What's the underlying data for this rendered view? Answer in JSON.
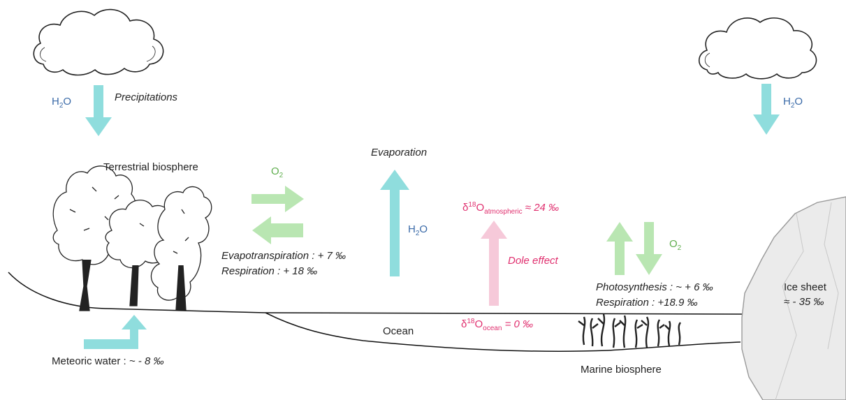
{
  "colors": {
    "water_arrow": "#8fdddd",
    "o2_arrow": "#b9e6b2",
    "dole_arrow": "#f6c9d9",
    "water_text": "#3a6aa8",
    "o2_text": "#5fae4e",
    "isotope_text": "#e0306f",
    "ground_line": "#111111",
    "ice": "#ebebeb"
  },
  "icons": [
    "cloud-icon",
    "tree-icon",
    "seaweed-icon",
    "ice-sheet-icon"
  ],
  "labels": {
    "h2o_left": {
      "base": "H",
      "sub": "2",
      "rest": "O"
    },
    "precipitations": "Precipitations",
    "h2o_right": {
      "base": "H",
      "sub": "2",
      "rest": "O"
    },
    "terrestrial_biosphere": "Terrestrial biosphere",
    "o2_terrestrial": {
      "base": "O",
      "sub": "2"
    },
    "evapotranspiration": "Evapotranspiration :  + 7 ‰",
    "respiration_terrestrial": "Respiration : + 18 ‰",
    "evaporation": "Evaporation",
    "h2o_evaporation": {
      "base": "H",
      "sub": "2",
      "rest": "O"
    },
    "delta_atmospheric": {
      "delta": "δ",
      "sup": "18",
      "base": "O",
      "sub": "atmospheric",
      "value": " ≈ 24 ‰"
    },
    "dole_effect": "Dole effect",
    "delta_ocean": {
      "delta": "δ",
      "sup": "18",
      "base": "O",
      "sub": "ocean",
      "value": " = 0 ‰"
    },
    "o2_marine": {
      "base": "O",
      "sub": "2"
    },
    "photosynthesis": "Photosynthesis : ~ + 6 ‰",
    "respiration_marine": "Respiration : +18.9 ‰",
    "ocean": "Ocean",
    "marine_biosphere": "Marine biosphere",
    "ice_sheet_title": "Ice sheet",
    "ice_sheet_value": "≈ - 35 ‰",
    "meteoric_water": {
      "label": "Meteoric water : ",
      "value": "~ - 8 ‰"
    }
  }
}
